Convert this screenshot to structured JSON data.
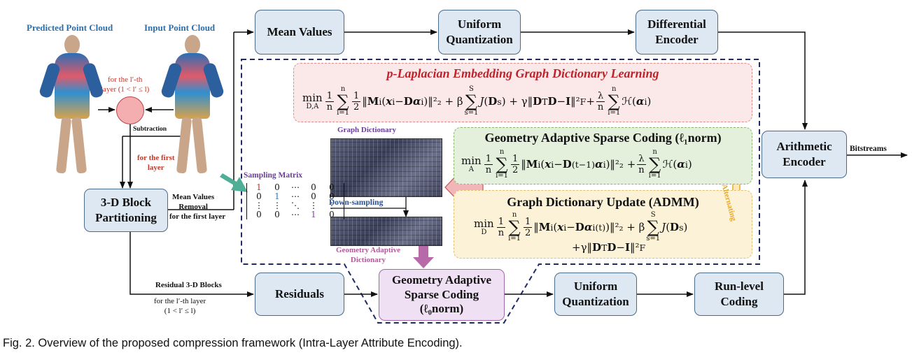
{
  "labels": {
    "predicted_point_cloud": "Predicted Point Cloud",
    "input_point_cloud": "Input Point Cloud",
    "for_lth_layer": "for the l′-th",
    "for_lth_layer_2": "layer (1 < l′ ≤ l)",
    "subtraction": "Subtraction",
    "for_first_layer": "for the first",
    "for_first_layer_2": "layer",
    "mean_values_removal_1": "Mean Values",
    "mean_values_removal_2": "Removal",
    "for_first_layer_right": "for the first layer",
    "residual_blocks": "Residual 3-D Blocks",
    "for_lth_layer_bottom": "for the l′-th layer",
    "for_lth_layer_bottom_2": "(1 < l′ ≤ l)",
    "graph_dictionary": "Graph Dictionary",
    "sampling_matrix": "Sampling Matrix",
    "down_sampling": "Down-sampling",
    "geometry_adaptive_dictionary_1": "Geometry Adaptive",
    "geometry_adaptive_dictionary_2": "Dictionary",
    "alternating": "Alternating",
    "bitstreams": "Bitstreams"
  },
  "boxes": {
    "mean_values": "Mean Values",
    "uniform_quantization_top_1": "Uniform",
    "uniform_quantization_top_2": "Quantization",
    "differential_encoder_1": "Differential",
    "differential_encoder_2": "Encoder",
    "block_partitioning_1": "3-D Block",
    "block_partitioning_2": "Partitioning",
    "arithmetic_encoder_1": "Arithmetic",
    "arithmetic_encoder_2": "Encoder",
    "residuals": "Residuals",
    "gasc_l0_1": "Geometry Adaptive",
    "gasc_l0_2": "Sparse Coding",
    "gasc_l0_3": "(ℓ₀norm)",
    "uniform_quantization_bottom_1": "Uniform",
    "uniform_quantization_bottom_2": "Quantization",
    "run_level_1": "Run-level",
    "run_level_2": "Coding"
  },
  "panels": {
    "plaplacian_title": "p-Laplacian Embedding Graph Dictionary Learning",
    "gasc_l1_title": "Geometry Adaptive Sparse Coding (ℓ₁norm)",
    "dict_update_title": "Graph Dictionary Update (ADMM)"
  },
  "matrix": {
    "rows": [
      [
        "1",
        "0",
        "⋯",
        "0",
        "0"
      ],
      [
        "0",
        "1",
        "⋯",
        "0",
        "0"
      ],
      [
        "⋮",
        "⋮",
        "⋱",
        "⋮",
        "⋮"
      ],
      [
        "0",
        "0",
        "⋯",
        "1",
        "0"
      ]
    ]
  },
  "caption": "Fig. 2. Overview of the proposed compression framework (Intra-Layer Attribute Encoding).",
  "colors": {
    "box_fill": "#dde8f3",
    "red_panel": "#fbe9ea",
    "green_panel": "#e4f0dc",
    "yellow_panel": "#fbf2d8",
    "purple_box": "#efe1f3",
    "dashed_frame": "#1f2a66"
  }
}
